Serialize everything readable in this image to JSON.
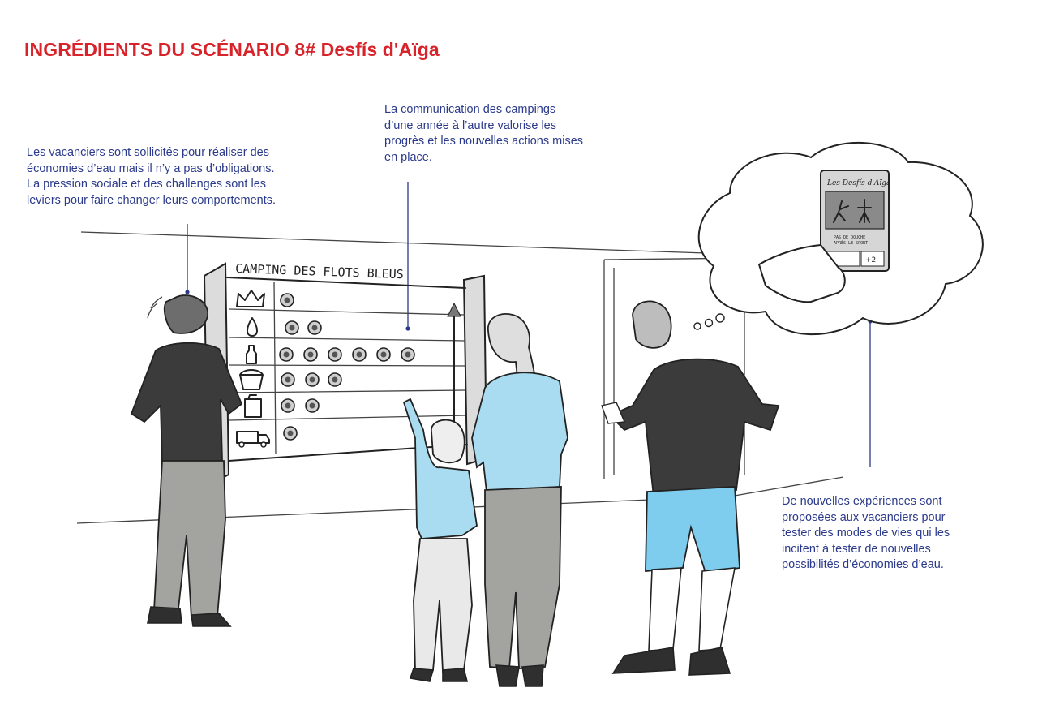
{
  "title": "INGRÉDIENTS DU SCÉNARIO 8# Desfís d'Aïga",
  "notes": {
    "left": [
      "Les vacanciers sont sollicités pour réaliser des",
      "économies d’eau mais il n’y a pas d’obligations.",
      "La pression sociale et des challenges sont les",
      "leviers pour faire changer leurs comportements."
    ],
    "center": [
      "La communication des campings",
      "d’une année à l’autre valorise les",
      "progrès et les nouvelles actions mises",
      "en place."
    ],
    "right": [
      "De nouvelles expériences sont",
      "proposées aux vacanciers pour",
      "tester des modes de vies qui les",
      "incitent à tester de nouvelles",
      "possibilités d’économies d’eau."
    ]
  },
  "board": {
    "heading": "CAMPING DES FLOTS BLEUS",
    "rows": [
      {
        "icon": "crown-icon",
        "count": 1
      },
      {
        "icon": "water-drop-icon",
        "count": 2
      },
      {
        "icon": "bottle-icon",
        "count": 6
      },
      {
        "icon": "bucket-icon",
        "count": 3
      },
      {
        "icon": "jerrycan-icon",
        "count": 2
      },
      {
        "icon": "water-truck-icon",
        "count": 1
      }
    ]
  },
  "card": {
    "title": "Les Desfís d'Aïga",
    "caption_line1": "PAS DE DOUCHE",
    "caption_line2": "APRÈS LE SPORT",
    "score": "+2"
  },
  "colors": {
    "title": "#d8232a",
    "note_text": "#2b3a8c",
    "shirt_light_blue": "#a9dcf0",
    "shorts_blue": "#7fcdee",
    "trousers_grey": "#a3a3a0"
  }
}
